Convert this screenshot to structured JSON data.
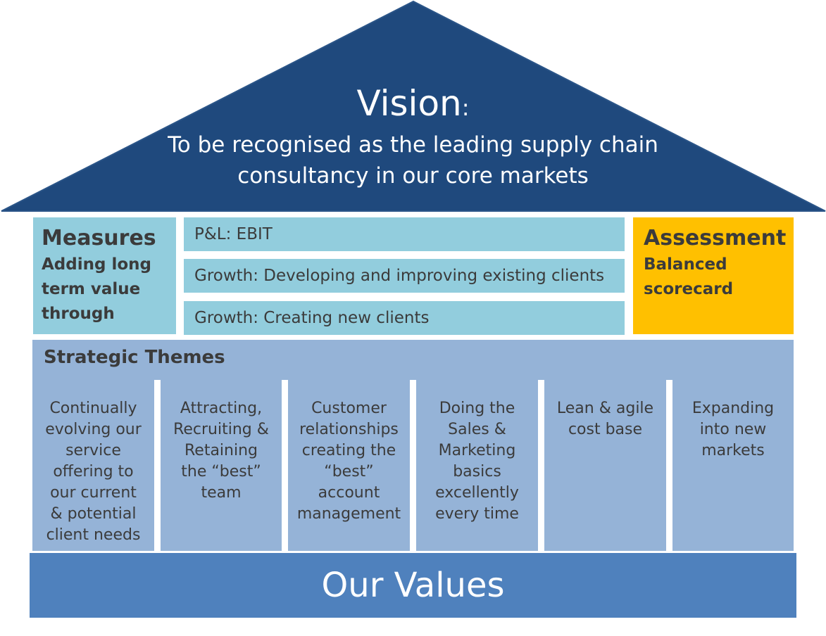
{
  "roof": {
    "title": "Vision",
    "colon": ":",
    "line1": "To be recognised as the leading supply chain",
    "line2": "consultancy in our core markets"
  },
  "measures": {
    "heading": "Measures",
    "line1": "Adding long",
    "line2": "term value",
    "line3": "through"
  },
  "rows": [
    "P&L: EBIT",
    "Growth: Developing and improving existing clients",
    "Growth: Creating  new clients"
  ],
  "assessment": {
    "heading": "Assessment",
    "line1": "Balanced",
    "line2": "scorecard"
  },
  "themes": {
    "title": "Strategic Themes",
    "items": [
      "Continually\nevolving our\nservice\noffering  to\nour current\n& potential\nclient needs",
      "Attracting,\nRecruiting &\nRetaining\nthe “best”\nteam",
      "Customer\nrelationships\ncreating the\n“best”\naccount\nmanagement",
      "Doing the\nSales &\nMarketing\nbasics\nexcellently\nevery time",
      "Lean & agile\ncost base",
      "Expanding\ninto new\nmarkets"
    ]
  },
  "values": {
    "label": "Our Values"
  },
  "colors": {
    "roof": "#1f497d",
    "light_blue": "#92cddd",
    "assessment": "#ffc000",
    "themes": "#95b3d7",
    "values": "#4f81bd"
  }
}
